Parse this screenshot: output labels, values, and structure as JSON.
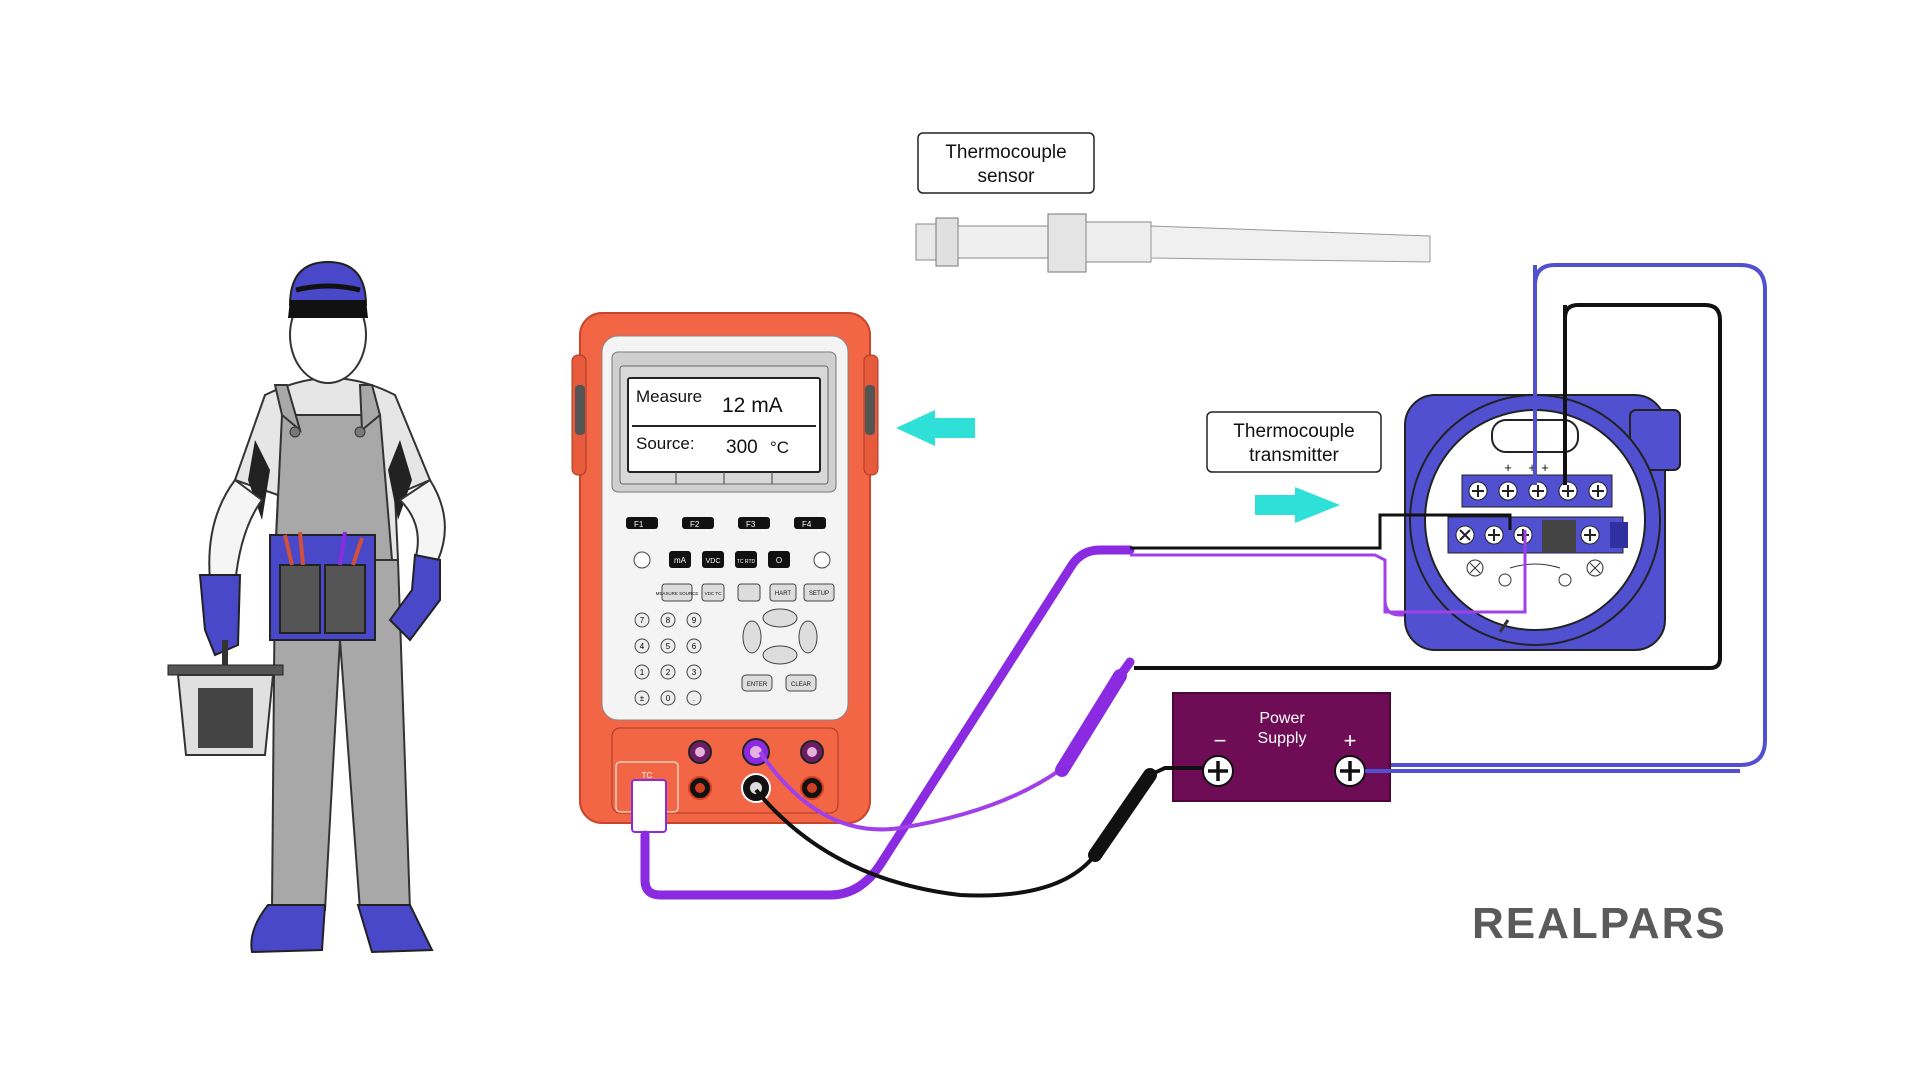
{
  "labels": {
    "sensor": [
      "Thermocouple",
      "sensor"
    ],
    "transmitter": [
      "Thermocouple",
      "transmitter"
    ]
  },
  "calibrator": {
    "display": {
      "measure_label": "Measure",
      "measure_value": "12 mA",
      "source_label": "Source:",
      "source_value": "300",
      "source_unit": "°C"
    },
    "function_keys": [
      "F1",
      "F2",
      "F3",
      "F4"
    ],
    "mode_keys": [
      "mA",
      "VDC",
      "TC RTD",
      "O"
    ],
    "control_keys": [
      "MEASURE SOURCE",
      "VDC TC",
      "",
      "HART",
      "SETUP"
    ],
    "keypad": [
      "7",
      "8",
      "9",
      "4",
      "5",
      "6",
      "1",
      "2",
      "3",
      "±",
      "0",
      "."
    ],
    "enter_label": "ENTER",
    "clear_label": "CLEAR",
    "tc_port_label": "TC"
  },
  "power_supply": {
    "label": [
      "Power",
      "Supply"
    ],
    "minus": "−",
    "plus": "+"
  },
  "terminal_marks": [
    "+",
    "+",
    "+"
  ],
  "logo": "REALPARS",
  "colors": {
    "calibrator_body": "#F26545",
    "transmitter": "#5050D0",
    "lead_purple": "#8A2BE2",
    "power_supply": "#6E0C55",
    "arrow": "#2EE0D8",
    "worker_blue": "#4848C8",
    "logo": "#5A5A5A"
  }
}
